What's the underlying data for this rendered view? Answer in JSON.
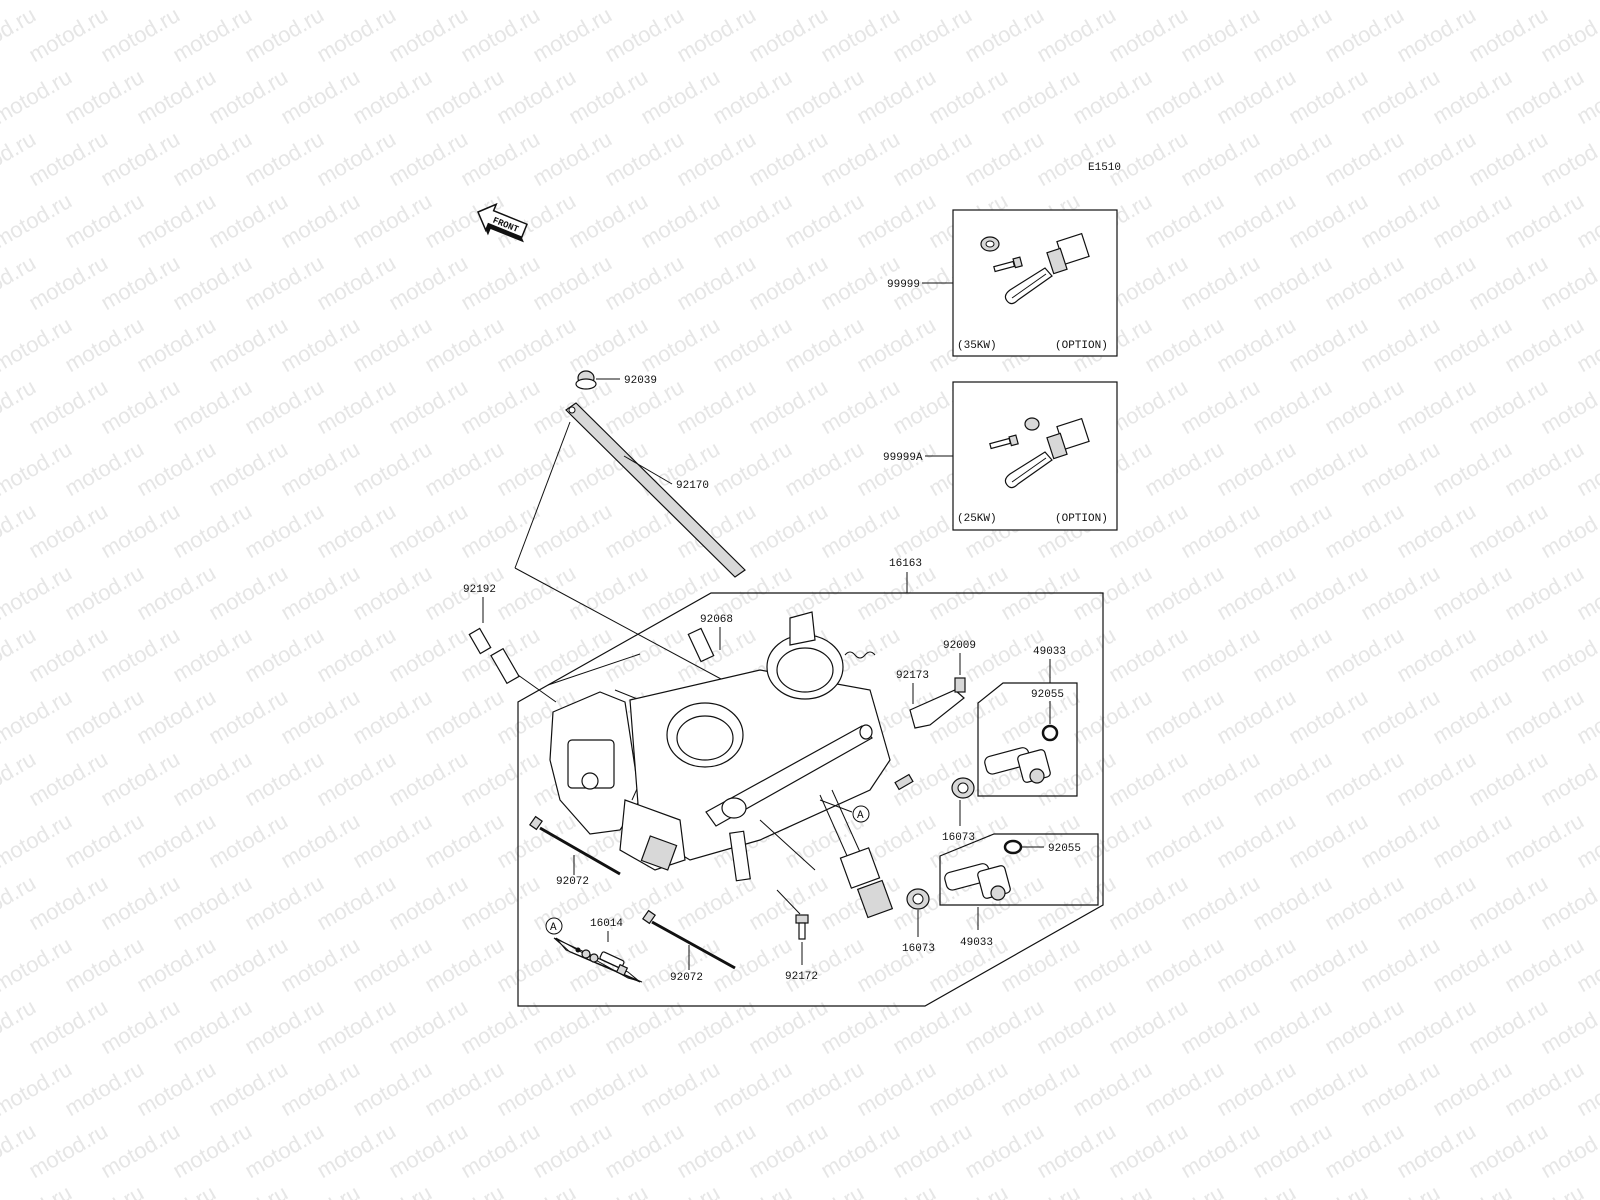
{
  "watermark": "motod.ru",
  "diagram_code": "E1510",
  "front_label": "FRONT",
  "options": [
    {
      "part": "99999",
      "power": "(35KW)",
      "note": "(OPTION)"
    },
    {
      "part": "99999A",
      "power": "(25KW)",
      "note": "(OPTION)"
    }
  ],
  "callouts": {
    "p92039": "92039",
    "p92170": "92170",
    "p16163": "16163",
    "p92192": "92192",
    "p92068": "92068",
    "p92009": "92009",
    "p92173": "92173",
    "p49033_top": "49033",
    "p92055_top": "92055",
    "p16073_top": "16073",
    "p92055_bot": "92055",
    "p16073_bot": "16073",
    "p49033_bot": "49033",
    "p92072_left": "92072",
    "p92072_mid": "92072",
    "p16014": "16014",
    "p92172": "92172",
    "ref_a1": "A",
    "ref_a2": "A"
  }
}
